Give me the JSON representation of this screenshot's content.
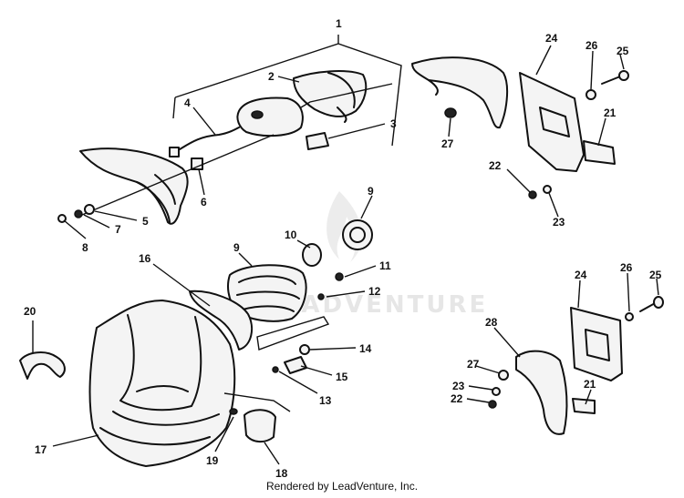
{
  "diagram": {
    "watermark": "LEADVENTURE",
    "footer": "Rendered by LeadVenture, Inc.",
    "callouts": [
      "1",
      "2",
      "3",
      "4",
      "5",
      "6",
      "7",
      "8",
      "9",
      "9",
      "10",
      "11",
      "12",
      "13",
      "14",
      "15",
      "16",
      "17",
      "18",
      "19",
      "20",
      "21",
      "21",
      "22",
      "22",
      "23",
      "23",
      "24",
      "24",
      "25",
      "25",
      "26",
      "26",
      "27",
      "27",
      "28"
    ]
  }
}
